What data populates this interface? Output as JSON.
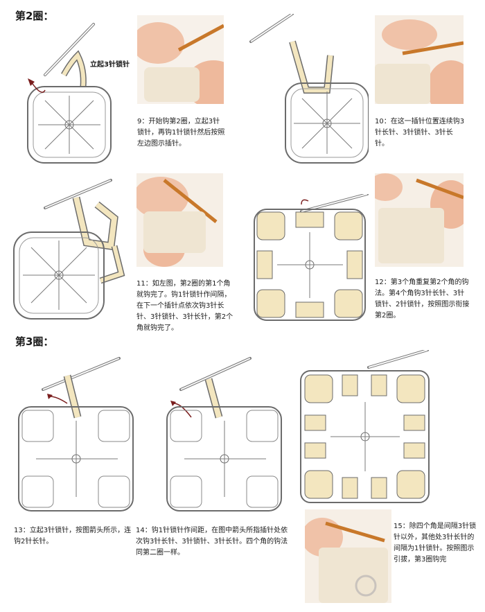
{
  "round2": {
    "heading": "第2圈：",
    "label_ch3": "立起3针锁针",
    "step9": "9：开始钩第2圈，立起3针锁针，再钩1针锁针然后按照左边图示插针。",
    "step10": "10：在这一插针位置连续钩3针长针、3针锁针、3针长针。",
    "step11": "11：如左图，第2圈的第1个角就钩完了。钩1针锁针作间隔，在下一个插针点依次钩3针长针、3针锁针、3针长针，第2个角就钩完了。",
    "step12": "12：第3个角重复第2个角的钩法。第4个角钩3针长针、3针锁针、2针锁针，按照图示衔接第2圈。"
  },
  "round3": {
    "heading": "第3圈：",
    "step13": "13：立起3针锁针，按图箭头所示，连钩2针长针。",
    "step14": "14：钩1针锁针作间距，在图中箭头所指插针处依次钩3针长针、3针锁针、3针长针。四个角的钩法同第二圈一样。",
    "step15": "15：除四个角是间隔3针锁针以外，其他处3针长针的间隔为1针锁针。按照图示引拔，第3圈钩完"
  },
  "colors": {
    "yarn_cream": "#f3e6bf",
    "outline": "#6b6b6b",
    "hook": "#c8782a",
    "skin": "#f0c2a8"
  }
}
